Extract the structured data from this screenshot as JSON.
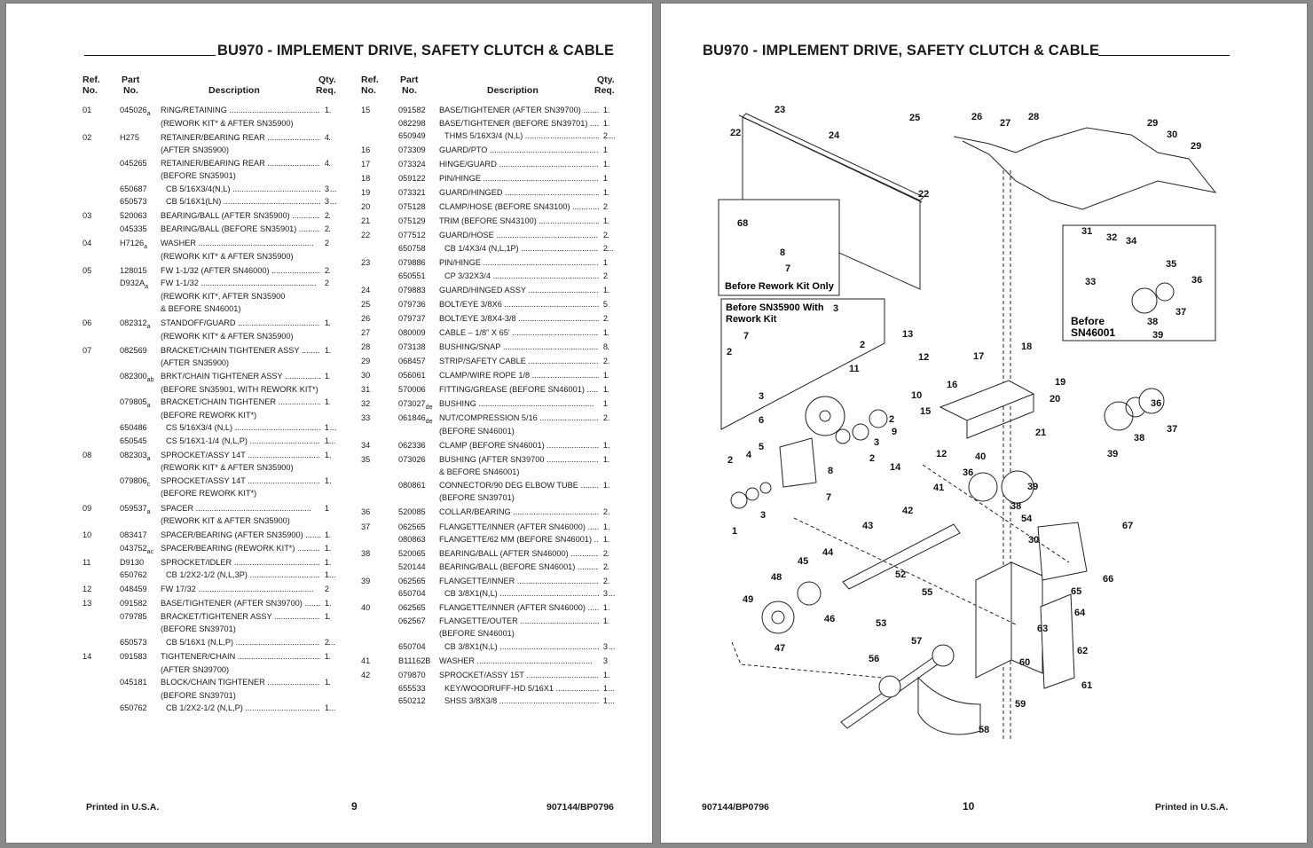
{
  "title": "BU970 - IMPLEMENT DRIVE, SAFETY CLUTCH & CABLE",
  "columns": {
    "ref": "Ref.",
    "no": "No.",
    "part": "Part",
    "part_no": "No.",
    "description": "Description",
    "qty": "Qty.",
    "req": "Req."
  },
  "left_page": {
    "page_number": "9",
    "footer_left": "Printed in U.S.A.",
    "footer_right": "907144/BP0796",
    "col1": [
      {
        "ref": "01",
        "part": "045026",
        "sup": "a",
        "desc": "RING/RETAINING",
        "qty": "1"
      },
      {
        "ref": "",
        "part": "",
        "sup": "",
        "desc": "(REWORK KIT* & AFTER SN35900)",
        "qty": ""
      },
      {
        "ref": "02",
        "part": "H275",
        "sup": "",
        "desc": "RETAINER/BEARING REAR",
        "qty": "4"
      },
      {
        "ref": "",
        "part": "",
        "sup": "",
        "desc": "(AFTER SN35900)",
        "qty": ""
      },
      {
        "ref": "",
        "part": "045265",
        "sup": "",
        "desc": "RETAINER/BEARING REAR",
        "qty": "4"
      },
      {
        "ref": "",
        "part": "",
        "sup": "",
        "desc": "(BEFORE SN35901)",
        "qty": ""
      },
      {
        "ref": "",
        "part": "650687",
        "sup": "",
        "desc": "CB 5/16X3/4(N,L)",
        "qty": "3"
      },
      {
        "ref": "",
        "part": "650573",
        "sup": "",
        "desc": "CB 5/16X1(LN)",
        "qty": "3"
      },
      {
        "ref": "03",
        "part": "520063",
        "sup": "",
        "desc": "BEARING/BALL (AFTER SN35900)",
        "qty": "2"
      },
      {
        "ref": "",
        "part": "045335",
        "sup": "",
        "desc": "BEARING/BALL (BEFORE SN35901)",
        "qty": "2"
      },
      {
        "ref": "04",
        "part": "H7126",
        "sup": "a",
        "desc": "WASHER",
        "qty": "2"
      },
      {
        "ref": "",
        "part": "",
        "sup": "",
        "desc": "(REWORK KIT* & AFTER SN35900)",
        "qty": ""
      },
      {
        "ref": "05",
        "part": "128015",
        "sup": "",
        "desc": "FW 1-1/32 (AFTER SN46000)",
        "qty": "2"
      },
      {
        "ref": "",
        "part": "D932A",
        "sup": "a",
        "desc": "FW 1-1/32",
        "qty": "2"
      },
      {
        "ref": "",
        "part": "",
        "sup": "",
        "desc": "(REWORK KIT*, AFTER SN35900",
        "qty": ""
      },
      {
        "ref": "",
        "part": "",
        "sup": "",
        "desc": "& BEFORE SN46001)",
        "qty": ""
      },
      {
        "ref": "06",
        "part": "082312",
        "sup": "a",
        "desc": "STANDOFF/GUARD",
        "qty": "1"
      },
      {
        "ref": "",
        "part": "",
        "sup": "",
        "desc": "(REWORK KIT* & AFTER SN35900)",
        "qty": ""
      },
      {
        "ref": "07",
        "part": "082569",
        "sup": "",
        "desc": "BRACKET/CHAIN TIGHTENER ASSY",
        "qty": "1"
      },
      {
        "ref": "",
        "part": "",
        "sup": "",
        "desc": "(AFTER SN35900)",
        "qty": ""
      },
      {
        "ref": "",
        "part": "082300",
        "sup": "ab",
        "desc": "BRKT/CHAIN TIGHTENER ASSY",
        "qty": "1"
      },
      {
        "ref": "",
        "part": "",
        "sup": "",
        "desc": "(BEFORE SN35901, WITH REWORK KIT*)",
        "qty": ""
      },
      {
        "ref": "",
        "part": "079805",
        "sup": "a",
        "desc": "BRACKET/CHAIN TIGHTENER",
        "qty": "1"
      },
      {
        "ref": "",
        "part": "",
        "sup": "",
        "desc": "(BEFORE REWORK KIT*)",
        "qty": ""
      },
      {
        "ref": "",
        "part": "650486",
        "sup": "",
        "desc": "CS 5/16X3/4 (N,L)",
        "qty": "1"
      },
      {
        "ref": "",
        "part": "650545",
        "sup": "",
        "desc": "CS 5/16X1-1/4 (N,L,P)",
        "qty": "1"
      },
      {
        "ref": "08",
        "part": "082303",
        "sup": "a",
        "desc": "SPROCKET/ASSY 14T",
        "qty": "1"
      },
      {
        "ref": "",
        "part": "",
        "sup": "",
        "desc": "(REWORK KIT* & AFTER SN35900)",
        "qty": ""
      },
      {
        "ref": "",
        "part": "079806",
        "sup": "c",
        "desc": "SPROCKET/ASSY 14T",
        "qty": "1"
      },
      {
        "ref": "",
        "part": "",
        "sup": "",
        "desc": "(BEFORE REWORK KIT*)",
        "qty": ""
      },
      {
        "ref": "09",
        "part": "059537",
        "sup": "a",
        "desc": "SPACER",
        "qty": "1"
      },
      {
        "ref": "",
        "part": "",
        "sup": "",
        "desc": "(REWORK KIT & AFTER SN35900)",
        "qty": ""
      },
      {
        "ref": "10",
        "part": "083417",
        "sup": "",
        "desc": "SPACER/BEARING (AFTER SN35900)",
        "qty": "1"
      },
      {
        "ref": "",
        "part": "043752",
        "sup": "ac",
        "desc": "SPACER/BEARING (REWORK KIT*)",
        "qty": "1"
      },
      {
        "ref": "11",
        "part": "D9130",
        "sup": "",
        "desc": "SPROCKET/IDLER",
        "qty": "1"
      },
      {
        "ref": "",
        "part": "650762",
        "sup": "",
        "desc": "CB 1/2X2-1/2 (N,L,3P)",
        "qty": "1"
      },
      {
        "ref": "12",
        "part": "048459",
        "sup": "",
        "desc": "FW 17/32",
        "qty": "2"
      },
      {
        "ref": "13",
        "part": "091582",
        "sup": "",
        "desc": "BASE/TIGHTENER (AFTER SN39700)",
        "qty": "1"
      },
      {
        "ref": "",
        "part": "079785",
        "sup": "",
        "desc": "BRACKET/TIGHTENER ASSY",
        "qty": "1"
      },
      {
        "ref": "",
        "part": "",
        "sup": "",
        "desc": "(BEFORE SN39701)",
        "qty": ""
      },
      {
        "ref": "",
        "part": "650573",
        "sup": "",
        "desc": "CB 5/16X1 (N,L,P)",
        "qty": "2"
      },
      {
        "ref": "14",
        "part": "091583",
        "sup": "",
        "desc": "TIGHTENER/CHAIN",
        "qty": "1"
      },
      {
        "ref": "",
        "part": "",
        "sup": "",
        "desc": "(AFTER SN39700)",
        "qty": ""
      },
      {
        "ref": "",
        "part": "045181",
        "sup": "",
        "desc": "BLOCK/CHAIN TIGHTENER",
        "qty": "1"
      },
      {
        "ref": "",
        "part": "",
        "sup": "",
        "desc": "(BEFORE SN39701)",
        "qty": ""
      },
      {
        "ref": "",
        "part": "650762",
        "sup": "",
        "desc": "CB 1/2X2-1/2 (N,L,P)",
        "qty": "1"
      }
    ],
    "col2": [
      {
        "ref": "15",
        "part": "091582",
        "sup": "",
        "desc": "BASE/TIGHTENER (AFTER SN39700)",
        "qty": "1"
      },
      {
        "ref": "",
        "part": "082298",
        "sup": "",
        "desc": "BASE/TIGHTENER (BEFORE SN39701)",
        "qty": "1"
      },
      {
        "ref": "",
        "part": "650949",
        "sup": "",
        "desc": "THMS 5/16X3/4 (N,L)",
        "qty": "2"
      },
      {
        "ref": "16",
        "part": "073309",
        "sup": "",
        "desc": "GUARD/PTO",
        "qty": "1"
      },
      {
        "ref": "17",
        "part": "073324",
        "sup": "",
        "desc": "HINGE/GUARD",
        "qty": "1"
      },
      {
        "ref": "18",
        "part": "059122",
        "sup": "",
        "desc": "PIN/HINGE",
        "qty": "1"
      },
      {
        "ref": "19",
        "part": "073321",
        "sup": "",
        "desc": "GUARD/HINGED",
        "qty": "1"
      },
      {
        "ref": "20",
        "part": "075128",
        "sup": "",
        "desc": "CLAMP/HOSE (BEFORE SN43100)",
        "qty": "2"
      },
      {
        "ref": "21",
        "part": "075129",
        "sup": "",
        "desc": "TRIM (BEFORE SN43100)",
        "qty": "1"
      },
      {
        "ref": "22",
        "part": "077512",
        "sup": "",
        "desc": "GUARD/HOSE",
        "qty": "2"
      },
      {
        "ref": "",
        "part": "650758",
        "sup": "",
        "desc": "CB 1/4X3/4 (N,L,1P)",
        "qty": "2"
      },
      {
        "ref": "23",
        "part": "079886",
        "sup": "",
        "desc": "PIN/HINGE",
        "qty": "1"
      },
      {
        "ref": "",
        "part": "650551",
        "sup": "",
        "desc": "CP 3/32X3/4",
        "qty": "2"
      },
      {
        "ref": "24",
        "part": "079883",
        "sup": "",
        "desc": "GUARD/HINGED ASSY",
        "qty": "1"
      },
      {
        "ref": "25",
        "part": "079736",
        "sup": "",
        "desc": "BOLT/EYE 3/8X6",
        "qty": "5"
      },
      {
        "ref": "26",
        "part": "079737",
        "sup": "",
        "desc": "BOLT/EYE 3/8X4-3/8",
        "qty": "2"
      },
      {
        "ref": "27",
        "part": "080009",
        "sup": "",
        "desc": "CABLE – 1/8\" X 65'",
        "qty": "1"
      },
      {
        "ref": "28",
        "part": "073138",
        "sup": "",
        "desc": "BUSHING/SNAP",
        "qty": "8"
      },
      {
        "ref": "29",
        "part": "068457",
        "sup": "",
        "desc": "STRIP/SAFETY CABLE",
        "qty": "2"
      },
      {
        "ref": "30",
        "part": "056061",
        "sup": "",
        "desc": "CLAMP/WIRE ROPE 1/8",
        "qty": "1"
      },
      {
        "ref": "31",
        "part": "570006",
        "sup": "",
        "desc": "FITTING/GREASE (BEFORE SN46001)",
        "qty": "1"
      },
      {
        "ref": "32",
        "part": "073027",
        "sup": "de",
        "desc": "BUSHING",
        "qty": "1"
      },
      {
        "ref": "33",
        "part": "061846",
        "sup": "de",
        "desc": "NUT/COMPRESSION 5/16",
        "qty": "2"
      },
      {
        "ref": "",
        "part": "",
        "sup": "",
        "desc": "(BEFORE SN46001)",
        "qty": ""
      },
      {
        "ref": "34",
        "part": "062336",
        "sup": "",
        "desc": "CLAMP (BEFORE SN46001)",
        "qty": "1"
      },
      {
        "ref": "35",
        "part": "073026",
        "sup": "",
        "desc": "BUSHING (AFTER SN39700",
        "qty": "1"
      },
      {
        "ref": "",
        "part": "",
        "sup": "",
        "desc": "& BEFORE SN46001)",
        "qty": ""
      },
      {
        "ref": "",
        "part": "080861",
        "sup": "",
        "desc": "CONNECTOR/90 DEG ELBOW TUBE",
        "qty": "1"
      },
      {
        "ref": "",
        "part": "",
        "sup": "",
        "desc": "(BEFORE SN39701)",
        "qty": ""
      },
      {
        "ref": "36",
        "part": "520085",
        "sup": "",
        "desc": "COLLAR/BEARING",
        "qty": "2"
      },
      {
        "ref": "37",
        "part": "062565",
        "sup": "",
        "desc": "FLANGETTE/INNER (AFTER SN46000)",
        "qty": "1"
      },
      {
        "ref": "",
        "part": "080863",
        "sup": "",
        "desc": "FLANGETTE/62 MM (BEFORE SN46001)",
        "qty": "1"
      },
      {
        "ref": "38",
        "part": "520065",
        "sup": "",
        "desc": "BEARING/BALL (AFTER SN46000)",
        "qty": "2"
      },
      {
        "ref": "",
        "part": "520144",
        "sup": "",
        "desc": "BEARING/BALL (BEFORE SN46001)",
        "qty": "2"
      },
      {
        "ref": "39",
        "part": "062565",
        "sup": "",
        "desc": "FLANGETTE/INNER",
        "qty": "2"
      },
      {
        "ref": "",
        "part": "650704",
        "sup": "",
        "desc": "CB 3/8X1(N,L)",
        "qty": "3"
      },
      {
        "ref": "40",
        "part": "062565",
        "sup": "",
        "desc": "FLANGETTE/INNER (AFTER SN46000)",
        "qty": "1"
      },
      {
        "ref": "",
        "part": "062567",
        "sup": "",
        "desc": "FLANGETTE/OUTER",
        "qty": "1"
      },
      {
        "ref": "",
        "part": "",
        "sup": "",
        "desc": "(BEFORE SN46001)",
        "qty": ""
      },
      {
        "ref": "",
        "part": "650704",
        "sup": "",
        "desc": "CB 3/8X1(N,L)",
        "qty": "3"
      },
      {
        "ref": "41",
        "part": "B11162B",
        "sup": "",
        "desc": "WASHER",
        "qty": "3"
      },
      {
        "ref": "42",
        "part": "079870",
        "sup": "",
        "desc": "SPROCKET/ASSY 15T",
        "qty": "1"
      },
      {
        "ref": "",
        "part": "655533",
        "sup": "",
        "desc": "KEY/WOODRUFF-HD 5/16X1",
        "qty": "1"
      },
      {
        "ref": "",
        "part": "650212",
        "sup": "",
        "desc": "SHSS 3/8X3/8",
        "qty": "1"
      }
    ]
  },
  "right_page": {
    "page_number": "10",
    "footer_left": "907144/BP0796",
    "footer_right": "Printed in U.S.A.",
    "insets": {
      "rework": "Before Rework Kit Only",
      "sn35900_line1": "Before SN35900 With",
      "sn35900_line2": "Rework Kit",
      "sn46001_line1": "Before",
      "sn46001_line2": "SN46001"
    },
    "callouts": [
      "1",
      "2",
      "3",
      "4",
      "5",
      "6",
      "7",
      "8",
      "9",
      "10",
      "11",
      "12",
      "13",
      "14",
      "15",
      "16",
      "17",
      "18",
      "19",
      "20",
      "21",
      "22",
      "23",
      "24",
      "25",
      "26",
      "27",
      "28",
      "29",
      "30",
      "31",
      "32",
      "33",
      "34",
      "35",
      "36",
      "37",
      "38",
      "39",
      "40",
      "41",
      "42",
      "43",
      "44",
      "45",
      "46",
      "47",
      "48",
      "49",
      "52",
      "53",
      "54",
      "55",
      "56",
      "57",
      "58",
      "59",
      "60",
      "61",
      "62",
      "63",
      "64",
      "65",
      "66",
      "67",
      "68"
    ]
  }
}
